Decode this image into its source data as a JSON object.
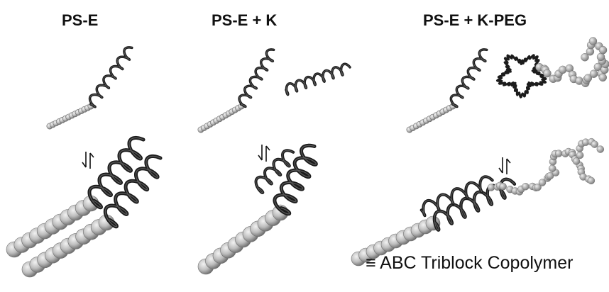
{
  "panels": [
    {
      "title": "PS-E"
    },
    {
      "title": "PS-E + K"
    },
    {
      "title": "PS-E + K-PEG"
    }
  ],
  "legend_text": "≡ ABC Triblock Copolymer",
  "equilibrium_symbol": "⇌",
  "colors": {
    "bead_fill": "#b9b9b9",
    "bead_stroke": "#6f6f6f",
    "helix": "#1c1c1c",
    "peg": "#a4a4a4",
    "arrows": "#111111"
  }
}
